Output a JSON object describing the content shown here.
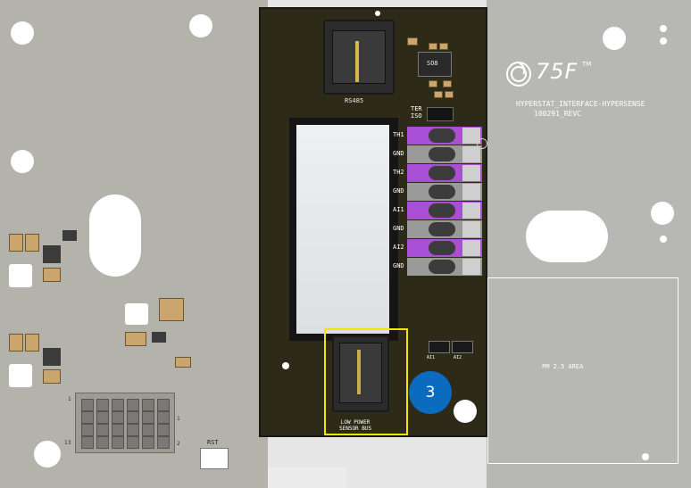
{
  "board": {
    "brand": "75F",
    "trademark": "TM",
    "title_line": "HYPERSTAT_INTERFACE-HYPERSENSE",
    "revision_line": "100291_REVC"
  },
  "labels": {
    "rs485": "RS485",
    "so8": "SO8",
    "term_iso": "TER\nISO",
    "rst": "RST",
    "pm_area": "PM 2.5 AREA",
    "ai1_small": "AI1",
    "ai2_small": "AI2",
    "low_power_bus": "LOW POWER\nSENSOR BUS"
  },
  "terminals": [
    {
      "label": "TH1",
      "color": "#a84fd6"
    },
    {
      "label": "GND",
      "color": "#9a9a9a"
    },
    {
      "label": "TH2",
      "color": "#a84fd6"
    },
    {
      "label": "GND",
      "color": "#9a9a9a"
    },
    {
      "label": "AI1",
      "color": "#a84fd6"
    },
    {
      "label": "GND",
      "color": "#9a9a9a"
    },
    {
      "label": "AI2",
      "color": "#a84fd6"
    },
    {
      "label": "GND",
      "color": "#9a9a9a"
    }
  ],
  "callout": {
    "number": "3",
    "badge_color": "#0b6bbf",
    "highlight_color": "#f1e400"
  },
  "header_numbers": {
    "top_left": "1",
    "bottom_left": "13",
    "top_right": "1",
    "bottom_right": "2"
  }
}
